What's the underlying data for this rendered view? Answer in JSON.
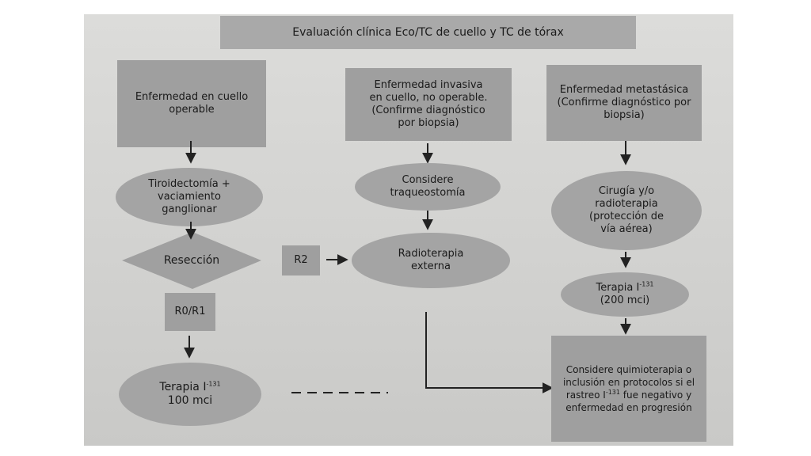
{
  "title": "Evaluación clínica Eco/TC de cuello y TC de tórax",
  "nodes": {
    "operable": "Enfermedad en cuello\noperable",
    "invasive": "Enfermedad invasiva\nen cuello, no operable.\n(Confirme diagnóstico\npor biopsia)",
    "metastatic": "Enfermedad metastásica\n(Confirme diagnóstico por\nbiopsia)",
    "thyroidectomy": "Tiroidectomía +\nvaciamiento\nganglionar",
    "tracheostomy": "Considere\ntraqueostomía",
    "surgery": "Cirugía y/o\nradioterapia\n(protección de\nvía aérea)",
    "resection": "Resección",
    "r2": "R2",
    "radiotherapy": "Radioterapia\nexterna",
    "r0r1": "R0/R1",
    "therapy200_text": "Terapia I",
    "therapy200_sup": "-131",
    "therapy200_dose": "(200 mci)",
    "therapy100_text": "Terapia I",
    "therapy100_sup": "-131",
    "therapy100_dose": "100 mci",
    "chemo_line1": "Considere quimioterapia o",
    "chemo_line2": "inclusión en protocolos si el",
    "chemo_line3a": "rastreo I",
    "chemo_line3_sup": "-131",
    "chemo_line3b": " fue negativo  y",
    "chemo_line4": "enfermedad en progresión"
  },
  "colors": {
    "background": "#d4d4d2",
    "box": "#9f9f9f",
    "ellipse": "#a4a4a4",
    "arrow": "#222222"
  }
}
